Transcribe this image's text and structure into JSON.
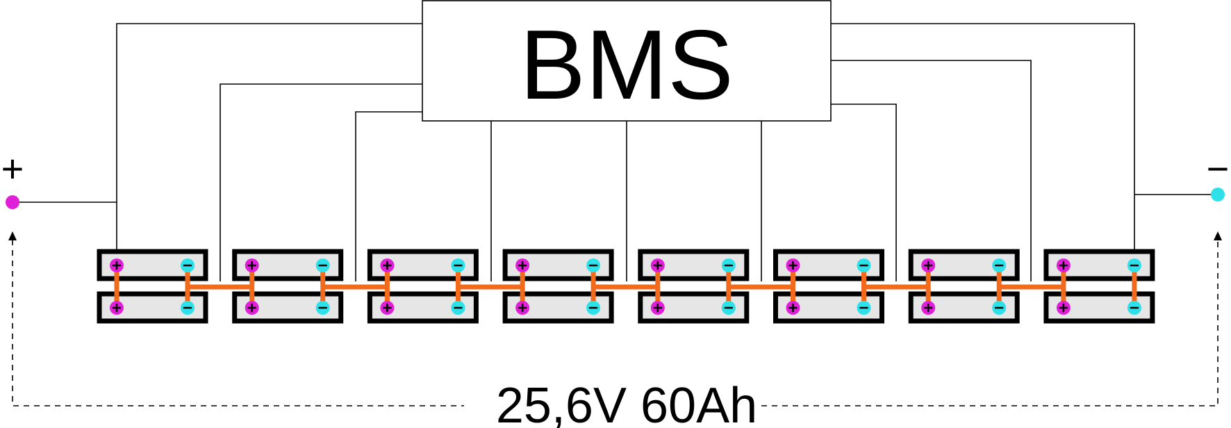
{
  "bms": {
    "label": "BMS"
  },
  "terminals": {
    "positive_symbol": "+",
    "negative_symbol": "−"
  },
  "pack": {
    "rating": "25,6V 60Ah"
  },
  "cells": {
    "series_groups": 8,
    "parallel_per_group": 2
  },
  "colors": {
    "positive_terminal": "#e020d8",
    "negative_terminal": "#2ee0e8",
    "bus_bar": "#f26b1d",
    "cell_fill": "#e6e6e6"
  },
  "icons": {
    "positive": "plus-icon",
    "negative": "minus-icon",
    "dashed_arrow": "arrow-up-icon"
  }
}
